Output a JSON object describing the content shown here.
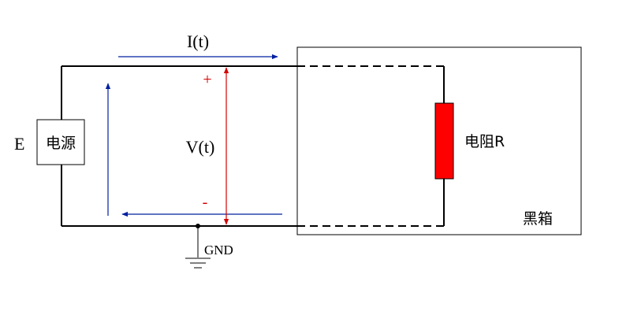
{
  "labels": {
    "current": "I(t)",
    "voltage": "V(t)",
    "source_e": "E",
    "source_box": "电源",
    "resistor": "电阻R",
    "black_box": "黑箱",
    "ground": "GND",
    "plus": "+",
    "minus": "-"
  },
  "colors": {
    "wire": "#000000",
    "current_arrow": "#00209f",
    "voltage_arrow": "#d40000",
    "resistor_fill": "#ff0000"
  }
}
